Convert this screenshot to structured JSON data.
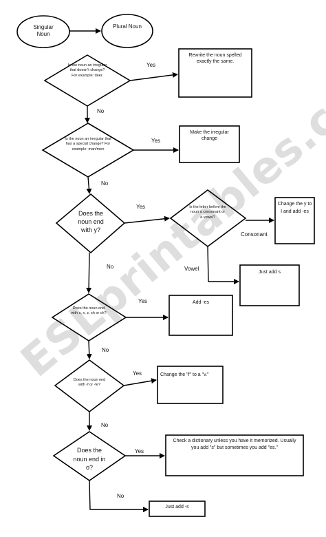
{
  "watermark": "ESLprintables.com",
  "nodes": {
    "start": "Singular Noun",
    "end": "Plural Noun",
    "q1": "Is the noun an irregular that doesn't change? For example: deer.",
    "a1": "Rewrite the noun spelled exactly the same.",
    "q2": "Is the noun an irregular that has a special change? For example: man/men",
    "a2": "Make the irregular change",
    "q3": "Does the noun end with y?",
    "q3b": "Is the letter before the noun a consonant or a vowel?",
    "a3c": "Change the y to I and add -es",
    "a3v": "Just add s",
    "q4": "Does the noun end with s, x, z, sh or ch?",
    "a4": "Add -es",
    "q5": "Does the noun end with -f or -fe?",
    "a5": "Change the \"f\" to a \"v.\"",
    "q6": "Does the noun end in o?",
    "a6": "Check a dictionary unless you have it memorized.  Usually you add \"s\" but sometimes you add \"es.\"",
    "a7": "Just add -s"
  },
  "edges": {
    "yes": "Yes",
    "no": "No",
    "consonant": "Consonant",
    "vowel": "Vowel"
  }
}
